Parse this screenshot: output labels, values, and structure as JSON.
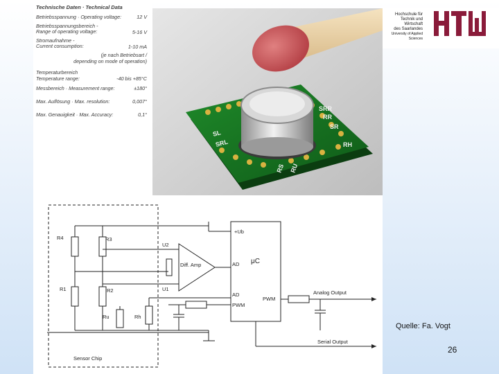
{
  "specs": {
    "title": "Technische Daten · Technical Data",
    "rows": [
      {
        "label": "Betriebsspannung · Operating voltage:",
        "label2": "",
        "value": "12 V"
      },
      {
        "label": "Betriebsspannungsbereich -",
        "label2": "Range of operating voltage:",
        "value": "5-16 V"
      },
      {
        "label": "Stromaufnahme -",
        "label2": "Current consumption:",
        "value": "1-10 mA"
      },
      {
        "label": "(je nach Betriebsart /",
        "label2": "depending on mode of operation)",
        "value": ""
      },
      {
        "label": "Temperaturbereich",
        "label2": "Temperature range:",
        "value": "-40 bis +85°C"
      },
      {
        "label": "Messbereich · Measurement range:",
        "label2": "",
        "value": "±180°"
      },
      {
        "label": "Max. Auflösung · Max. resolution:",
        "label2": "",
        "value": "0,007°"
      },
      {
        "label": "Max. Genauigkeit · Max. Accuracy:",
        "label2": "",
        "value": "0,1°"
      }
    ]
  },
  "logo": {
    "line1": "Hochschule für",
    "line2": "Technik und Wirtschaft",
    "line3": "des Saarlandes",
    "line4": "University of Applied Sciences",
    "mark": "HTW"
  },
  "photo": {
    "pcb_labels": [
      "SRR",
      "RR",
      "SR",
      "RH",
      "SL",
      "SRL",
      "RU",
      "RS"
    ]
  },
  "schematic": {
    "vcc": "+Ub",
    "r4": "R4",
    "r3": "R3",
    "r1": "R1",
    "r2": "R2",
    "ru": "Ru",
    "rh": "Rh",
    "u1": "U1",
    "u2": "U2",
    "amp": "Diff. Amp",
    "mcu": "μC",
    "ad1": "AD",
    "ad2": "AD",
    "pwm_in": "PWM",
    "pwm_out": "PWM",
    "analog_out": "Analog Output",
    "serial_out": "Serial Output",
    "chip": "Sensor Chip"
  },
  "footer": {
    "source": "Quelle: Fa. Vogt",
    "page": "26"
  }
}
